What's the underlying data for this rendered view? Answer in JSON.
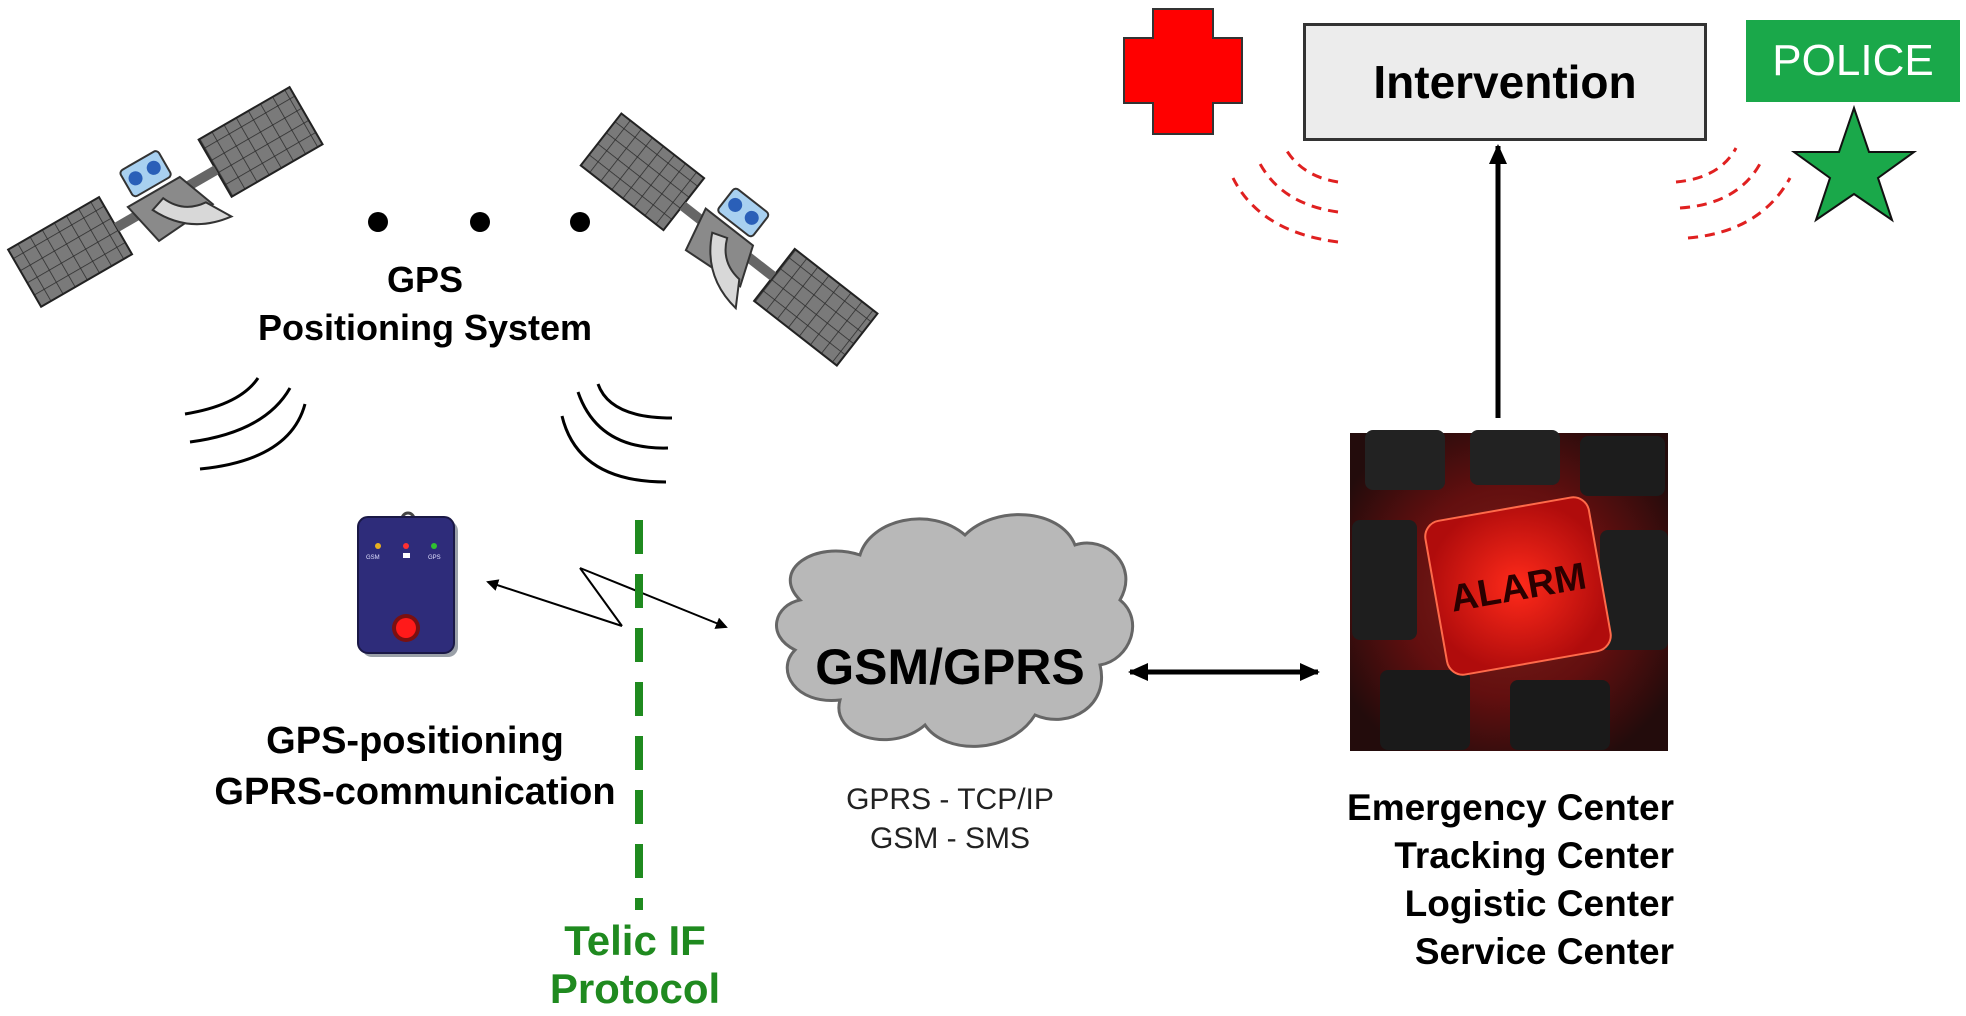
{
  "diagram": {
    "gps_system": {
      "line1": "GPS",
      "line2": "Positioning System"
    },
    "tracker": {
      "line1": "GPS-positioning",
      "line2": "GPRS-communication"
    },
    "network": {
      "label": "GSM/GPRS",
      "caption_line1": "GPRS - TCP/IP",
      "caption_line2": "GSM - SMS"
    },
    "alarm_key": {
      "label": "ALARM"
    },
    "tracker_leds": [
      "GSM",
      "GPS"
    ],
    "centers": [
      "Emergency Center",
      "Tracking Center",
      "Logistic Center",
      "Service Center"
    ],
    "intervention": {
      "label": "Intervention"
    },
    "police": {
      "label": "POLICE"
    },
    "protocol": {
      "line1": "Telic IF",
      "line2": "Protocol"
    },
    "colors": {
      "protocol_green": "#1f8a1f",
      "police_green": "#1aa84a",
      "cross_red": "#ff0000",
      "alarm_red": "#e01818",
      "cloud_grey": "#b8b8b8",
      "signal_red": "#e02020"
    }
  }
}
